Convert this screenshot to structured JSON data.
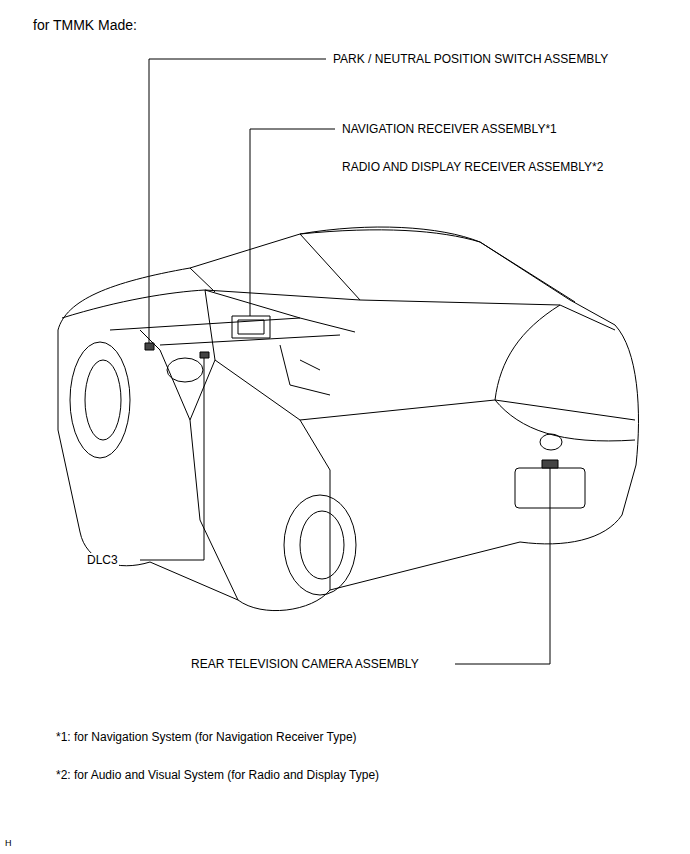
{
  "diagram": {
    "title": "for TMMK Made:",
    "labels": [
      "PARK / NEUTRAL POSITION SWITCH ASSEMBLY",
      "NAVIGATION RECEIVER ASSEMBLY*1",
      "RADIO AND DISPLAY RECEIVER ASSEMBLY*2",
      "DLC3",
      "REAR TELEVISION CAMERA ASSEMBLY",
      "*1: for Navigation System (for Navigation Receiver Type)",
      "*2: for Audio and Visual System (for Radio and Display Type)",
      "H"
    ]
  }
}
